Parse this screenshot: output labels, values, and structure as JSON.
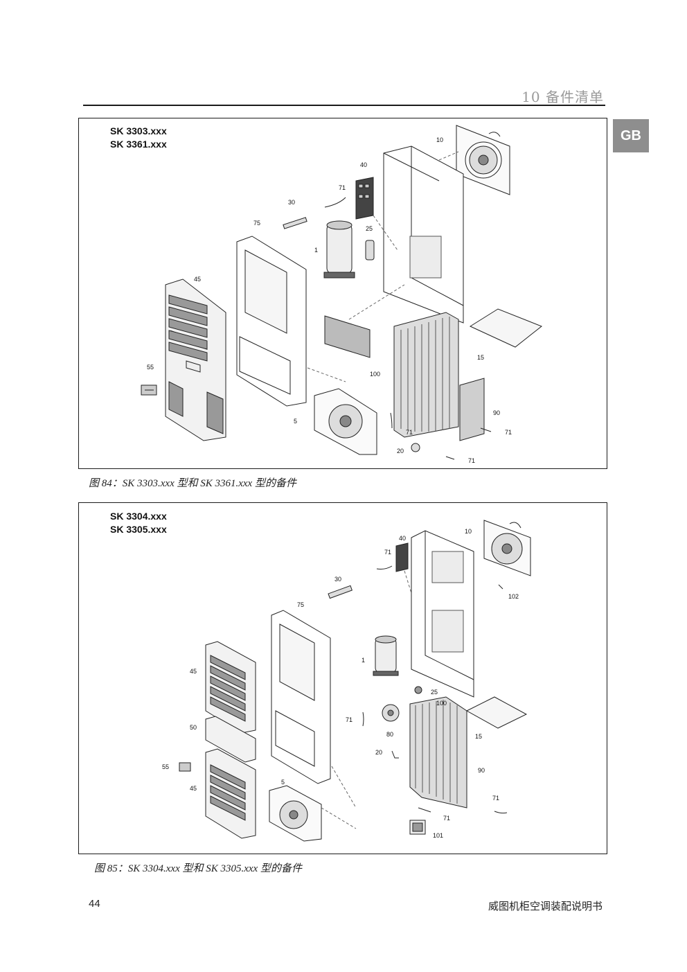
{
  "header": {
    "section_title": "10 备件清单"
  },
  "side_tab": {
    "label": "GB"
  },
  "figure1": {
    "model_line1": "SK 3303.xxx",
    "model_line2": "SK 3361.xxx",
    "caption": "图 84：SK 3303.xxx 型和 SK 3361.xxx 型的备件",
    "callouts": [
      "10",
      "40",
      "71",
      "30",
      "75",
      "25",
      "1",
      "45",
      "15",
      "100",
      "55",
      "90",
      "5",
      "71",
      "71",
      "20",
      "71"
    ]
  },
  "figure2": {
    "model_line1": "SK 3304.xxx",
    "model_line2": "SK 3305.xxx",
    "caption": "图 85：SK 3304.xxx 型和 SK 3305.xxx 型的备件",
    "callouts": [
      "10",
      "40",
      "71",
      "30",
      "102",
      "75",
      "1",
      "45",
      "25",
      "100",
      "71",
      "80",
      "15",
      "50",
      "20",
      "55",
      "90",
      "45",
      "5",
      "71",
      "71",
      "101"
    ]
  },
  "footer": {
    "page_number": "44",
    "document_title": "威图机柜空调装配说明书"
  }
}
